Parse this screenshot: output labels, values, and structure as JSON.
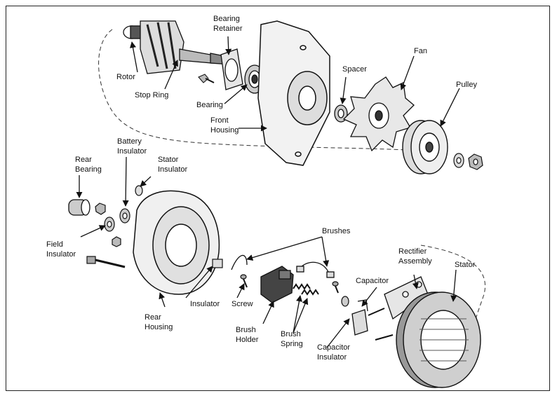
{
  "labels": {
    "rotor": "Rotor",
    "stop_ring": "Stop Ring",
    "bearing_retainer_1": "Bearing",
    "bearing_retainer_2": "Retainer",
    "bearing": "Bearing",
    "front_housing_1": "Front",
    "front_housing_2": "Housing",
    "spacer": "Spacer",
    "fan": "Fan",
    "pulley": "Pulley",
    "rear_bearing_1": "Rear",
    "rear_bearing_2": "Bearing",
    "battery_insulator_1": "Battery",
    "battery_insulator_2": "Insulator",
    "stator_insulator_1": "Stator",
    "stator_insulator_2": "Insulator",
    "field_insulator_1": "Field",
    "field_insulator_2": "Insulator",
    "brushes": "Brushes",
    "rectifier_assembly_1": "Rectifier",
    "rectifier_assembly_2": "Assembly",
    "stator": "Stator",
    "capacitor": "Capacitor",
    "insulator": "Insulator",
    "screw": "Screw",
    "rear_housing_1": "Rear",
    "rear_housing_2": "Housing",
    "brush_holder_1": "Brush",
    "brush_holder_2": "Holder",
    "brush_spring_1": "Brush",
    "brush_spring_2": "Spring",
    "capacitor_insulator_1": "Capacitor",
    "capacitor_insulator_2": "Insulator"
  }
}
